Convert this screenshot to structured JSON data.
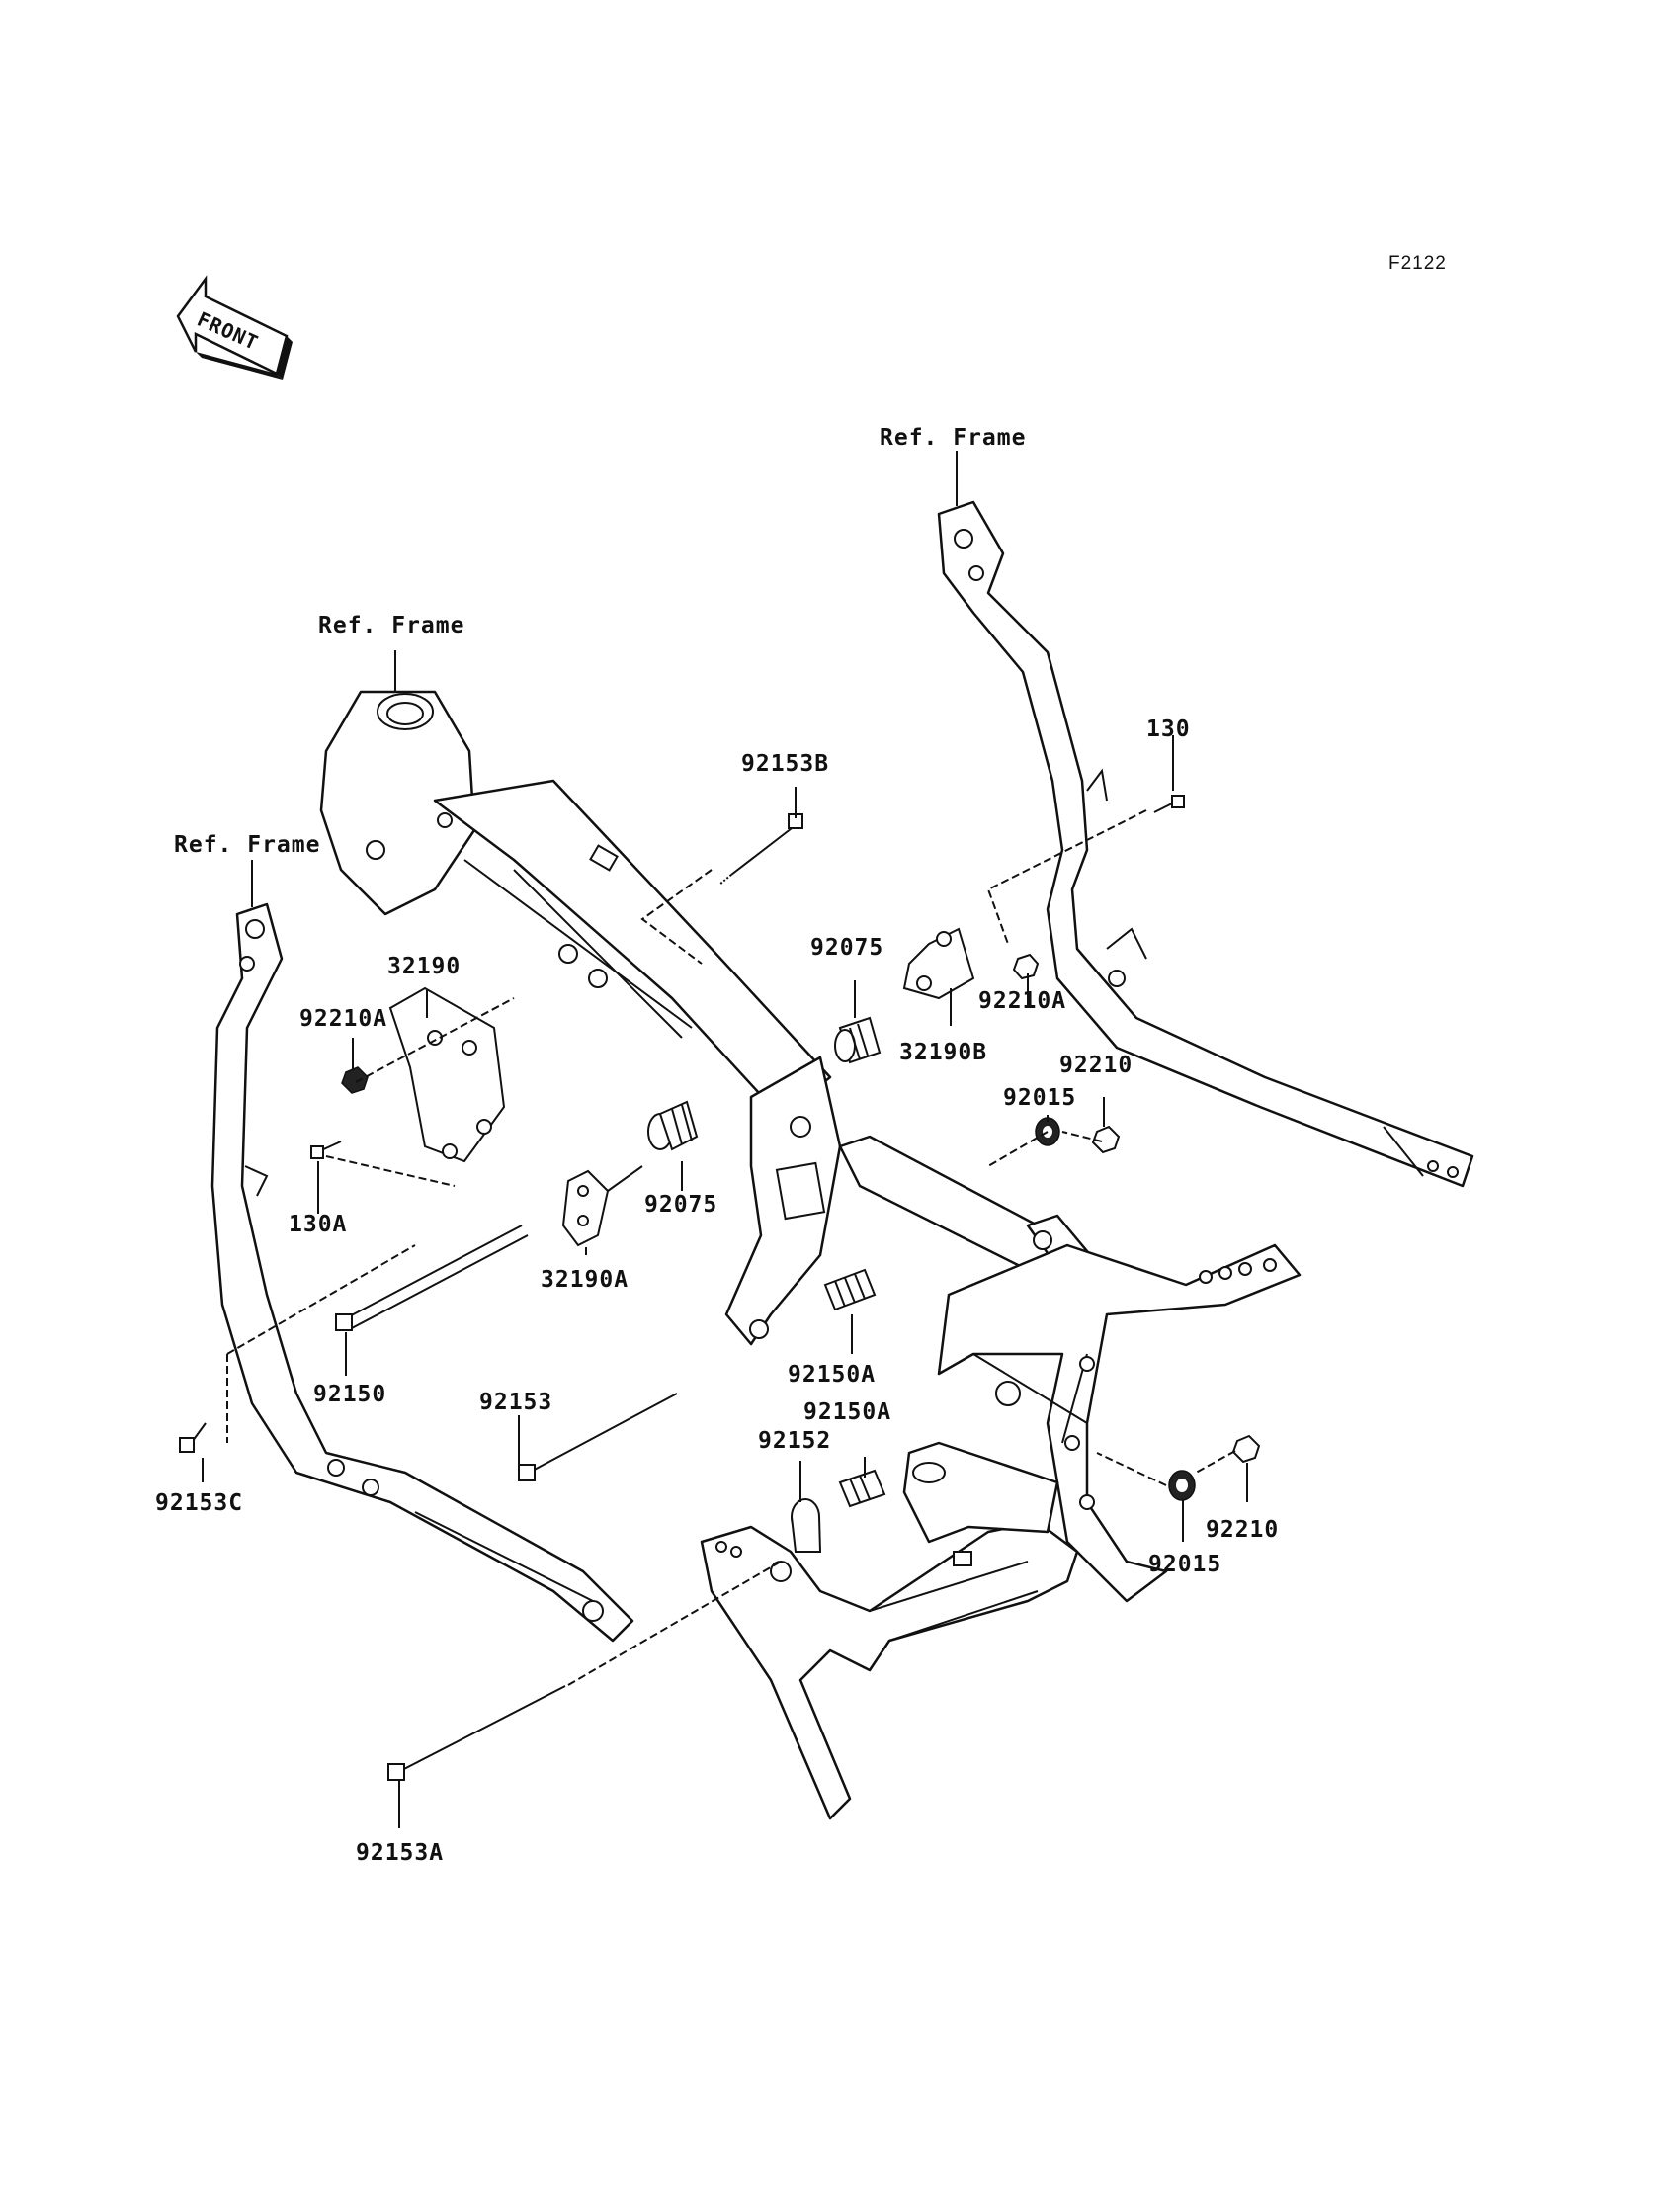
{
  "diagram_code": "F2122",
  "front_label": "FRONT",
  "labels": {
    "ref_frame_top": "Ref. Frame",
    "ref_frame_mid": "Ref. Frame",
    "ref_frame_left": "Ref. Frame",
    "p130": "130",
    "p92153B": "92153B",
    "p92075_upper": "92075",
    "p92210A_right": "92210A",
    "p32190B": "32190B",
    "p92210_upper": "92210",
    "p92015_upper": "92015",
    "p32190": "32190",
    "p92210A_left": "92210A",
    "p130A": "130A",
    "p92075_lower": "92075",
    "p32190A": "32190A",
    "p92150": "92150",
    "p92150A_upper": "92150A",
    "p92153": "92153",
    "p92150A_lower": "92150A",
    "p92152": "92152",
    "p92153C": "92153C",
    "p92210_lower": "92210",
    "p92015_lower": "92015",
    "p92153A": "92153A"
  }
}
